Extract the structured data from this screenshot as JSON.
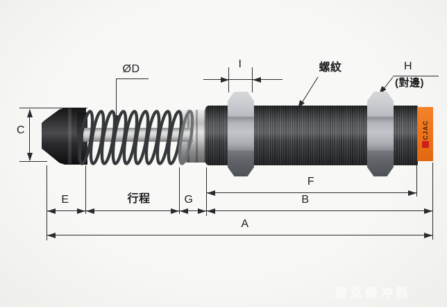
{
  "diagram": {
    "kind": "shock-absorber dimension drawing",
    "labels": {
      "rod_diameter": "ØD",
      "nut_width": "I",
      "thread": "螺紋",
      "h": "H",
      "across_flats": "(對邊)",
      "c": "C",
      "e": "E",
      "stroke": "行程",
      "g": "G",
      "f": "F",
      "b": "B",
      "a": "A"
    },
    "brand": {
      "text": "CJAC"
    },
    "watermark": "建克缓冲器",
    "colors": {
      "background": "#f6f6f4",
      "line": "#2a2a2e",
      "body_dark": "#3c3e40",
      "nut_silver": "#b7babe",
      "label_orange": "#ef751c",
      "logo_red": "#cf1f1f"
    }
  }
}
